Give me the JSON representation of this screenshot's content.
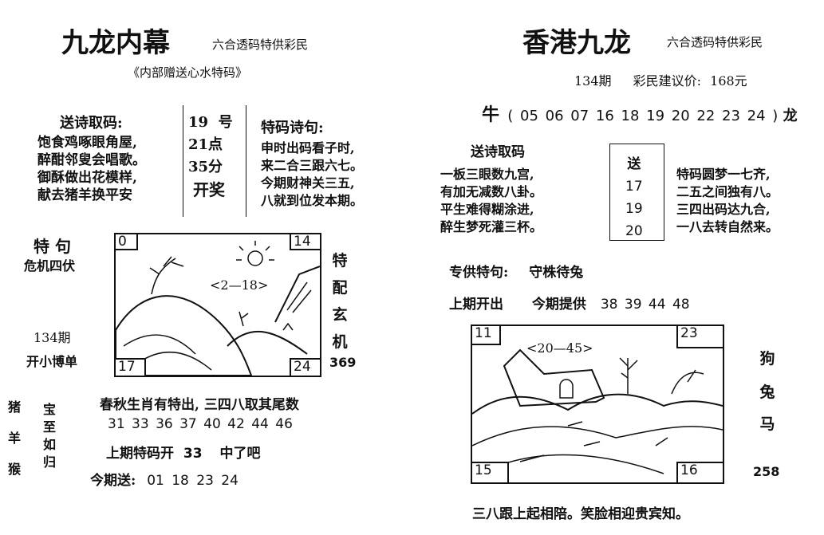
{
  "left": {
    "title": "九龙内幕",
    "slogan": "六合透码特供彩民",
    "subtitle": "《内部赠送心水特码》",
    "poem_heading": "送诗取码:",
    "poem_lines": [
      "饱食鸡啄眼角屋,",
      "醉酣邻叟会唱歌。",
      "御酥做出花模样,",
      "献去猪羊换平安"
    ],
    "draw": {
      "number": "19",
      "number_unit": "号",
      "time": "21点",
      "minute": "35分",
      "label": "开奖"
    },
    "verse_heading": "特码诗句:",
    "verse_lines": [
      "申时出码看子时,",
      "来二合三跟六七。",
      "今期财神关三五,",
      "八就到位发本期。"
    ],
    "special_phrase_label": "特   句",
    "special_phrase": "危机四伏",
    "issue": "134期",
    "bet_note": "开小博单",
    "picture": {
      "tl": "0",
      "tr": "14",
      "bl": "17",
      "br": "24",
      "range": "<2—18>"
    },
    "side_vertical": [
      "特",
      "配",
      "玄",
      "机"
    ],
    "side_number": "369",
    "animals": [
      "猪",
      "羊",
      "猴"
    ],
    "treasure": [
      "宝",
      "至",
      "如",
      "归"
    ],
    "hint": "春秋生肖有特出, 三四八取其尾数",
    "numbers": "31 33 36 37 40 42 44 46",
    "last_label": "上期特码开",
    "last_value": "33",
    "last_suffix": "中了吧",
    "send_label": "今期送:",
    "send_numbers": "01 18 23 24"
  },
  "right": {
    "title": "香港九龙",
    "slogan": "六合透码特供彩民",
    "issue": "134期",
    "price_label": "彩民建议价:",
    "price": "168元",
    "ox_label": "牛",
    "ox_numbers": "( 05 06 07 16 18 19 20 22 23 24 )",
    "dragon_label": "龙",
    "poem_heading": "送诗取码",
    "poem_lines": [
      "一板三眼数九宫,",
      "有加无减数八卦。",
      "平生难得糊涂进,",
      "醉生梦死灌三杯。"
    ],
    "send": {
      "label": "送",
      "numbers": [
        "17",
        "19",
        "20"
      ]
    },
    "verse_lines": [
      "特码圆梦一七齐,",
      "二五之间独有八。",
      "三四出码达九合,",
      "一八去转自然来。"
    ],
    "special_label": "专供特句:",
    "special_phrase": "守株待兔",
    "last_label": "上期开出",
    "provide_label": "今期提供",
    "provide_numbers": "38 39 44 48",
    "picture": {
      "tl": "11",
      "tr": "23",
      "bl": "15",
      "br": "16",
      "range": "<20—45>"
    },
    "side_vertical": [
      "狗",
      "兔",
      "马"
    ],
    "side_number": "258",
    "footer": "三八跟上起相陪。笑脸相迎贵宾知。"
  }
}
